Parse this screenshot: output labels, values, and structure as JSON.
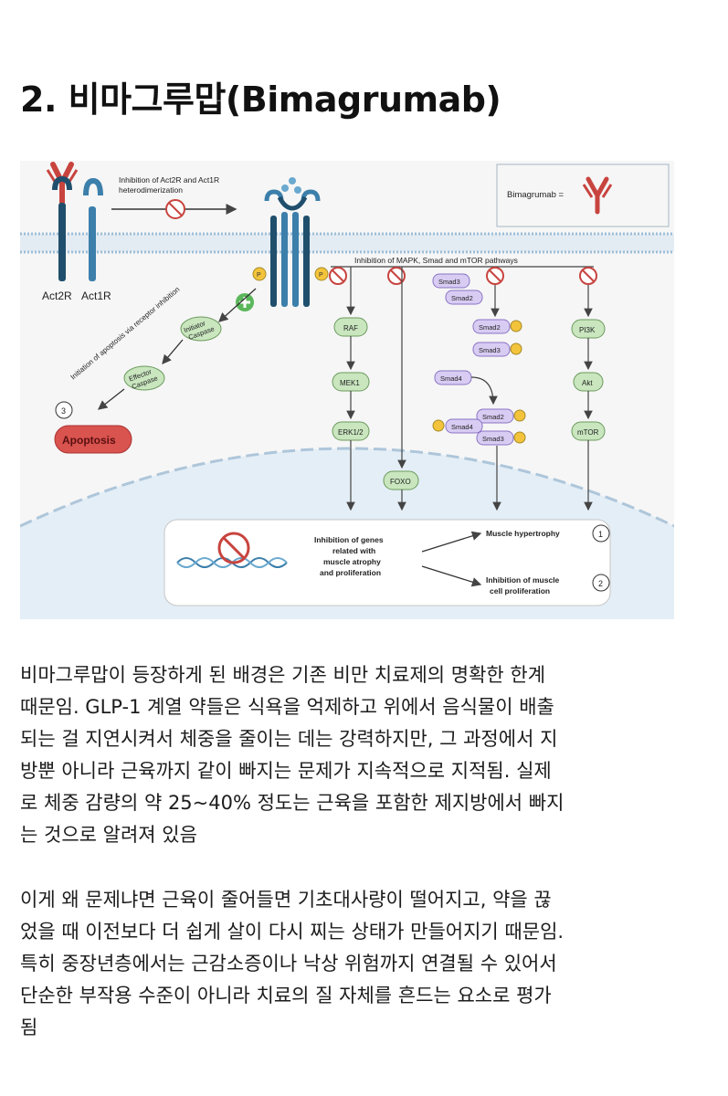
{
  "title": "2. 비마그루맙(Bimagrumab)",
  "figure": {
    "top_label": "Inhibition of Act2R and Act1R heterodimerization",
    "top_label_line1": "Inhibition of Act2R and Act1R",
    "top_label_line2": "heterodimerization",
    "legend_label": "Bimagrumab =",
    "receptor_left_1": "Act2R",
    "receptor_left_2": "Act1R",
    "pathway_inhibition": "Inhibition of MAPK, Smad and mTOR pathways",
    "apoptosis_path_label": "Initiation of apoptosis via receptor inhibition",
    "initiator_caspase_1": "Initiator",
    "initiator_caspase_2": "Caspase",
    "effector_caspase_1": "Effector",
    "effector_caspase_2": "Caspase",
    "apoptosis": "Apoptosis",
    "num_1": "1",
    "num_2": "2",
    "num_3": "3",
    "phospho": "P",
    "raf": "RAF",
    "mek1": "MEK1",
    "erk": "ERK1/2",
    "foxo": "FOXO",
    "smad3": "Smad3",
    "smad2": "Smad2",
    "smad4": "Smad4",
    "pi3k": "PI3K",
    "akt": "Akt",
    "mtor": "mTOR",
    "genes_1": "Inhibition of genes",
    "genes_2": "related with",
    "genes_3": "muscle atrophy",
    "genes_4": "and proliferation",
    "muscle_hypertrophy": "Muscle hypertrophy",
    "inhibition_prolif_1": "Inhibition of muscle",
    "inhibition_prolif_2": "cell proliferation"
  },
  "paragraph1": "비마그루맙이 등장하게 된 배경은 기존 비만 치료제의 명확한 한계\n때문임. GLP-1 계열 약들은 식욕을 억제하고 위에서 음식물이 배출\n되는 걸 지연시켜서 체중을 줄이는 데는 강력하지만, 그 과정에서 지\n방뿐 아니라 근육까지 같이 빠지는 문제가 지속적으로 지적됨. 실제\n로 체중 감량의 약 25~40% 정도는 근육을 포함한 제지방에서 빠지\n는 것으로 알려져 있음",
  "paragraph2": "이게 왜 문제냐면 근육이 줄어들면 기초대사량이 떨어지고, 약을 끊\n었을 때 이전보다 더 쉽게 살이 다시 찌는 상태가 만들어지기 때문임.\n특히 중장년층에서는 근감소증이나 낙상 위험까지 연결될 수 있어서\n단순한 부작용 수준이 아니라 치료의 질 자체를 흔드는 요소로 평가\n됨",
  "colors": {
    "antibody_red": "#c8443f",
    "receptor_blue": "#2e6a8e",
    "box_green": "#9fd08f",
    "box_purple": "#b9a6e6",
    "phospho_yellow": "#f3c43b",
    "apoptosis_red": "#d9534f",
    "membrane_blue": "#9dbdd6"
  }
}
